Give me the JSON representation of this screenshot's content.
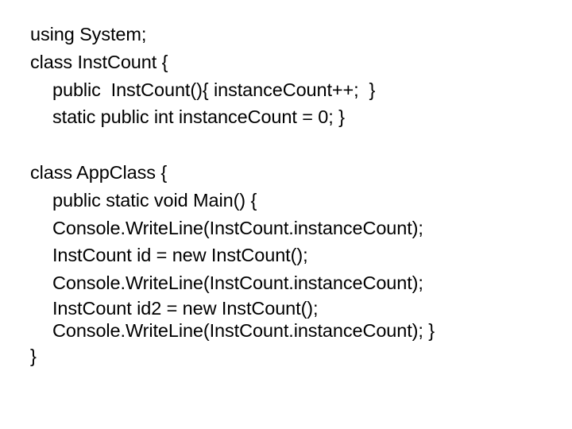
{
  "document": {
    "background_color": "#ffffff",
    "text_color": "#000000",
    "language": "csharp",
    "lines": [
      {
        "text": "using System;",
        "indent": 0,
        "tight": false
      },
      {
        "text": "class InstCount {",
        "indent": 0,
        "tight": false
      },
      {
        "text": "public  InstCount(){ instanceCount++;  }",
        "indent": 1,
        "tight": false
      },
      {
        "text": "static public int instanceCount = 0; }",
        "indent": 1,
        "tight": false
      },
      {
        "text": "",
        "indent": 0,
        "tight": false
      },
      {
        "text": "class AppClass {",
        "indent": 0,
        "tight": false
      },
      {
        "text": "public static void Main() {",
        "indent": 1,
        "tight": false
      },
      {
        "text": "Console.WriteLine(InstCount.instanceCount);",
        "indent": 1,
        "tight": false
      },
      {
        "text": "InstCount id = new InstCount();",
        "indent": 1,
        "tight": false
      },
      {
        "text": "Console.WriteLine(InstCount.instanceCount);",
        "indent": 1,
        "tight": false
      },
      {
        "text": "InstCount id2 = new InstCount();",
        "indent": 1,
        "tight": true
      },
      {
        "text": "Console.WriteLine(InstCount.instanceCount); }",
        "indent": 1,
        "tight": true
      },
      {
        "text": "}",
        "indent": 0,
        "tight": false
      }
    ]
  }
}
